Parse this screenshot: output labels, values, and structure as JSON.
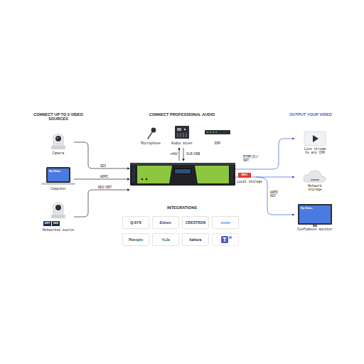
{
  "diagram": {
    "nodes": [
      {
        "text": [
          "Q-SYS"
        ]
      },
      {
        "text": [
          "Extron."
        ]
      },
      {
        "text": [
          "CRESTRON"
        ]
      },
      {
        "text": [
          "zoom"
        ]
      },
      {
        "text": [
          "Panopto"
        ]
      },
      {
        "text": [
          "YuJa"
        ]
      },
      {
        "text": [
          "kaltura"
        ]
      }
    ],
    "labels": [
      "CONNECT UP TO 3 VIDEO SOURCES",
      "Camera",
      "My Slides",
      "Computer",
      "SRT",
      "NDI",
      "Networked source",
      "CONNECT PROFESSIONAL AUDIO",
      "Microphone",
      "Audio mixer",
      "DSP",
      "+48V",
      "XLR/USB",
      "SDI",
      "HDMI",
      "NDI/SRT",
      "OUTPUT YOUR VIDEO",
      "Live stream to any CDN",
      "RTMP(S)/SRT",
      "REC",
      "Local storage",
      "Network storage",
      "HDMI OUT",
      "My Slides",
      "Confidence monitor",
      "INTEGRATIONS"
    ]
  }
}
